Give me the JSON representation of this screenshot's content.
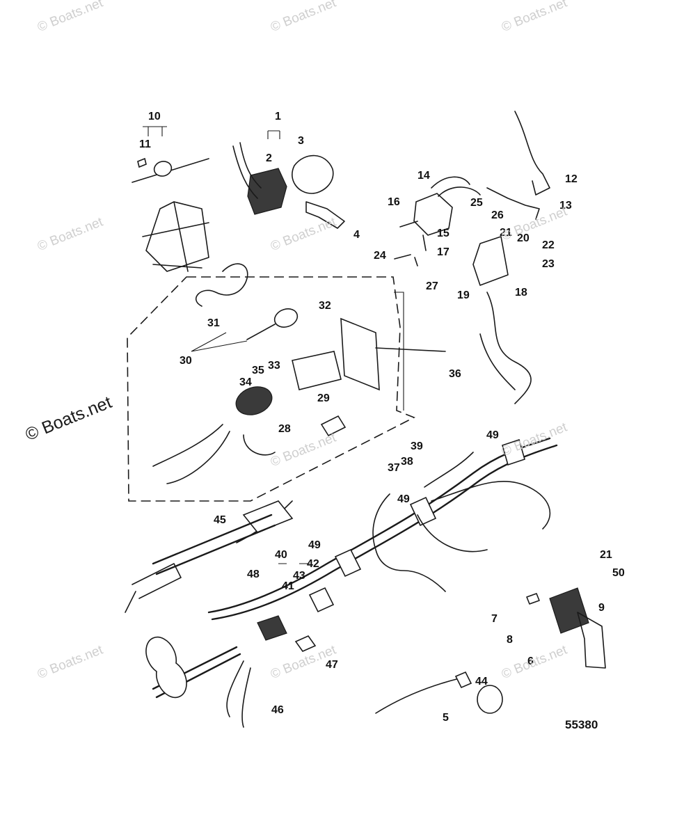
{
  "diagram": {
    "figure_number": "55380",
    "watermark": "© Boats.net",
    "callouts": [
      "1",
      "2",
      "3",
      "4",
      "5",
      "6",
      "7",
      "8",
      "9",
      "10",
      "11",
      "12",
      "13",
      "14",
      "15",
      "16",
      "17",
      "18",
      "19",
      "20",
      "21",
      "22",
      "23",
      "24",
      "25",
      "26",
      "27",
      "28",
      "29",
      "30",
      "31",
      "32",
      "33",
      "34",
      "35",
      "36",
      "37",
      "38",
      "39",
      "40",
      "41",
      "42",
      "43",
      "44",
      "45",
      "46",
      "47",
      "48",
      "49",
      "49",
      "49",
      "21",
      "50"
    ]
  }
}
